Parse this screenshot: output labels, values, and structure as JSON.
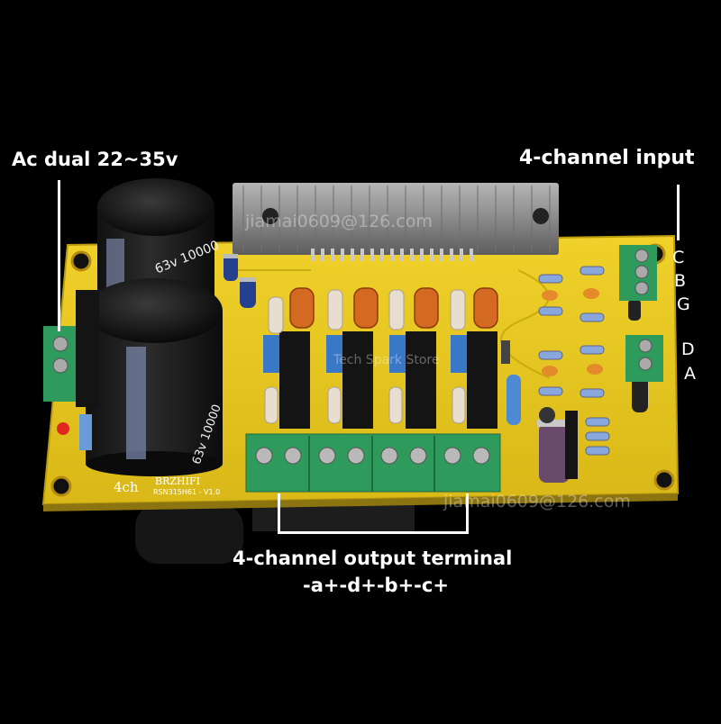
{
  "labels": {
    "ac_input": "Ac dual 22~35v",
    "channel_input": "4-channel input",
    "output_terminal": "4-channel output terminal",
    "output_sequence": "-a+-d+-b+-c+"
  },
  "input_pins": [
    "C",
    "B",
    "G",
    "D",
    "A"
  ],
  "board": {
    "name": "4ch",
    "brand": "BRZHIFI",
    "model": "RSN315H61 - V1.0"
  },
  "capacitor_marking": "63v 10000",
  "watermarks": {
    "email": "jiamai0609@126.com",
    "store": "Tech Spark Store"
  },
  "colors": {
    "pcb": "#e7c81e",
    "terminal": "#2e9a5c",
    "heatsink": "#8f8f8f",
    "background": "#000000",
    "copper": "#d46a22"
  }
}
